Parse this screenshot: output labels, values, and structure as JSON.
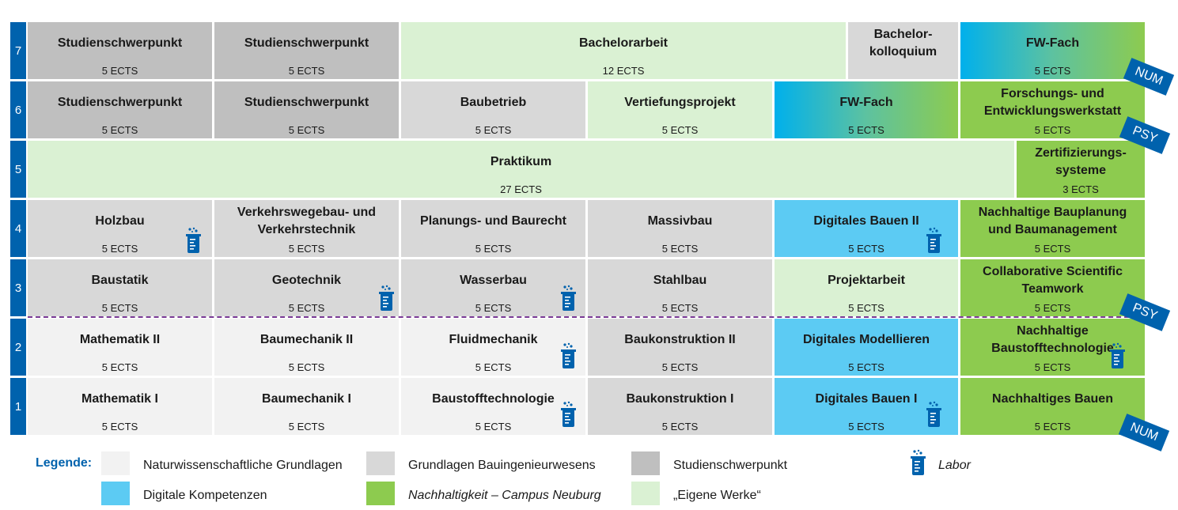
{
  "semesters": [
    "1",
    "2",
    "3",
    "4",
    "5",
    "6",
    "7"
  ],
  "modules": {
    "s7": [
      {
        "title": "Studienschwerpunkt",
        "ects": "5 ECTS"
      },
      {
        "title": "Studienschwerpunkt",
        "ects": "5 ECTS"
      },
      {
        "title": "Bachelorarbeit",
        "ects": "12 ECTS"
      },
      {
        "title": "Bachelor-\nkolloquium",
        "ects": ""
      },
      {
        "title": "FW-Fach",
        "ects": "5 ECTS"
      }
    ],
    "s6": [
      {
        "title": "Studienschwerpunkt",
        "ects": "5 ECTS"
      },
      {
        "title": "Studienschwerpunkt",
        "ects": "5 ECTS"
      },
      {
        "title": "Baubetrieb",
        "ects": "5 ECTS"
      },
      {
        "title": "Vertiefungsprojekt",
        "ects": "5 ECTS"
      },
      {
        "title": "FW-Fach",
        "ects": "5 ECTS"
      },
      {
        "title": "Forschungs- und\nEntwicklungswerkstatt",
        "ects": "5 ECTS"
      }
    ],
    "s5": [
      {
        "title": "Praktikum",
        "ects": "27 ECTS"
      },
      {
        "title": "Zertifizierungs-\nsysteme",
        "ects": "3 ECTS"
      }
    ],
    "s4": [
      {
        "title": "Holzbau",
        "ects": "5 ECTS"
      },
      {
        "title": "Verkehrswegebau- und\nVerkehrstechnik",
        "ects": "5 ECTS"
      },
      {
        "title": "Planungs- und Baurecht",
        "ects": "5 ECTS"
      },
      {
        "title": "Massivbau",
        "ects": "5 ECTS"
      },
      {
        "title": "Digitales Bauen II",
        "ects": "5 ECTS"
      },
      {
        "title": "Nachhaltige Bauplanung\nund Baumanagement",
        "ects": "5 ECTS"
      }
    ],
    "s3": [
      {
        "title": "Baustatik",
        "ects": "5 ECTS"
      },
      {
        "title": "Geotechnik",
        "ects": "5 ECTS"
      },
      {
        "title": "Wasserbau",
        "ects": "5 ECTS"
      },
      {
        "title": "Stahlbau",
        "ects": "5 ECTS"
      },
      {
        "title": "Projektarbeit",
        "ects": "5 ECTS"
      },
      {
        "title": "Collaborative Scientific\nTeamwork",
        "ects": "5 ECTS"
      }
    ],
    "s2": [
      {
        "title": "Mathematik II",
        "ects": "5 ECTS"
      },
      {
        "title": "Baumechanik II",
        "ects": "5 ECTS"
      },
      {
        "title": "Fluidmechanik",
        "ects": "5 ECTS"
      },
      {
        "title": "Baukonstruktion II",
        "ects": "5 ECTS"
      },
      {
        "title": "Digitales Modellieren",
        "ects": "5 ECTS"
      },
      {
        "title": "Nachhaltige\nBaustofftechnologie",
        "ects": "5 ECTS"
      }
    ],
    "s1": [
      {
        "title": "Mathematik I",
        "ects": "5 ECTS"
      },
      {
        "title": "Baumechanik I",
        "ects": "5 ECTS"
      },
      {
        "title": "Baustofftechnologie",
        "ects": "5 ECTS"
      },
      {
        "title": "Baukonstruktion I",
        "ects": "5 ECTS"
      },
      {
        "title": "Digitales Bauen I",
        "ects": "5 ECTS"
      },
      {
        "title": "Nachhaltiges Bauen",
        "ects": "5 ECTS"
      }
    ]
  },
  "tags": {
    "num": "NUM",
    "psy": "PSY"
  },
  "legend": {
    "title": "Legende:",
    "items": [
      "Naturwissenschaftliche Grundlagen",
      "Grundlagen Bauingenieurwesens",
      "Studienschwerpunkt",
      "Labor",
      "Digitale Kompetenzen",
      "Nachhaltigkeit – Campus Neuburg",
      "„Eigene Werke“"
    ]
  },
  "colors": {
    "semester_bar": "#0062ad",
    "naturwissenschaft": "#f2f2f2",
    "grundlagen": "#d8d8d8",
    "studienschwerpunkt": "#bfbfbf",
    "digital": "#5ccbf3",
    "nachhaltigkeit": "#8dcb4f",
    "eigene_werke": "#daf1d3"
  },
  "icons": {
    "labor": "beaker-icon"
  }
}
